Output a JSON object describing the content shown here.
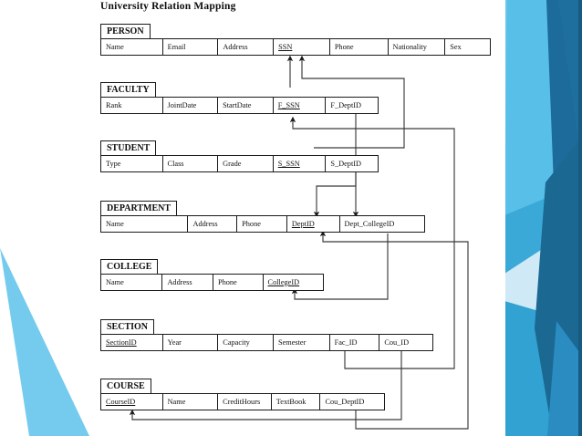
{
  "slide": {
    "title": "University Relation Mapping",
    "background_color": "#ffffff",
    "accent_colors": {
      "light_blue": "#6fc9ec",
      "mid_blue": "#3fa9d4",
      "deep_blue": "#1f6f9e",
      "dark_blue": "#18628f",
      "pale_blue": "#bfe3f4"
    }
  },
  "relations": [
    {
      "name": "PERSON",
      "attributes": [
        {
          "label": "Name",
          "key": false
        },
        {
          "label": "Email",
          "key": false
        },
        {
          "label": "Address",
          "key": false
        },
        {
          "label": "SSN",
          "key": true
        },
        {
          "label": "Phone",
          "key": false
        },
        {
          "label": "Nationality",
          "key": false
        },
        {
          "label": "Sex",
          "key": false
        }
      ]
    },
    {
      "name": "FACULTY",
      "attributes": [
        {
          "label": "Rank",
          "key": false
        },
        {
          "label": "JointDate",
          "key": false
        },
        {
          "label": "StartDate",
          "key": false
        },
        {
          "label": "F_SSN",
          "key": true
        },
        {
          "label": "F_DeptID",
          "key": false
        }
      ]
    },
    {
      "name": "STUDENT",
      "attributes": [
        {
          "label": "Type",
          "key": false
        },
        {
          "label": "Class",
          "key": false
        },
        {
          "label": "Grade",
          "key": false
        },
        {
          "label": "S_SSN",
          "key": true
        },
        {
          "label": "S_DeptID",
          "key": false
        }
      ]
    },
    {
      "name": "DEPARTMENT",
      "attributes": [
        {
          "label": "Name",
          "key": false
        },
        {
          "label": "Address",
          "key": false
        },
        {
          "label": "Phone",
          "key": false
        },
        {
          "label": "DeptID",
          "key": true
        },
        {
          "label": "Dept_CollegeID",
          "key": false
        }
      ]
    },
    {
      "name": "COLLEGE",
      "attributes": [
        {
          "label": "Name",
          "key": false
        },
        {
          "label": "Address",
          "key": false
        },
        {
          "label": "Phone",
          "key": false
        },
        {
          "label": "CollegeID",
          "key": true
        }
      ]
    },
    {
      "name": "SECTION",
      "attributes": [
        {
          "label": "SectionID",
          "key": true
        },
        {
          "label": "Year",
          "key": false
        },
        {
          "label": "Capacity",
          "key": false
        },
        {
          "label": "Semester",
          "key": false
        },
        {
          "label": "Fac_ID",
          "key": false
        },
        {
          "label": "Cou_ID",
          "key": false
        }
      ]
    },
    {
      "name": "COURSE",
      "attributes": [
        {
          "label": "CourseID",
          "key": true
        },
        {
          "label": "Name",
          "key": false
        },
        {
          "label": "CreditHours",
          "key": false
        },
        {
          "label": "TextBook",
          "key": false
        },
        {
          "label": "Cou_DeptID",
          "key": false
        }
      ]
    }
  ],
  "foreign_keys": [
    {
      "from": "FACULTY.F_SSN",
      "to": "PERSON.SSN"
    },
    {
      "from": "STUDENT.S_SSN",
      "to": "PERSON.SSN"
    },
    {
      "from": "FACULTY.F_DeptID",
      "to": "DEPARTMENT.DeptID"
    },
    {
      "from": "STUDENT.S_DeptID",
      "to": "DEPARTMENT.DeptID"
    },
    {
      "from": "DEPARTMENT.Dept_CollegeID",
      "to": "COLLEGE.CollegeID"
    },
    {
      "from": "SECTION.Fac_ID",
      "to": "FACULTY.F_SSN"
    },
    {
      "from": "SECTION.Cou_ID",
      "to": "COURSE.CourseID"
    },
    {
      "from": "COURSE.Cou_DeptID",
      "to": "DEPARTMENT.DeptID"
    }
  ]
}
